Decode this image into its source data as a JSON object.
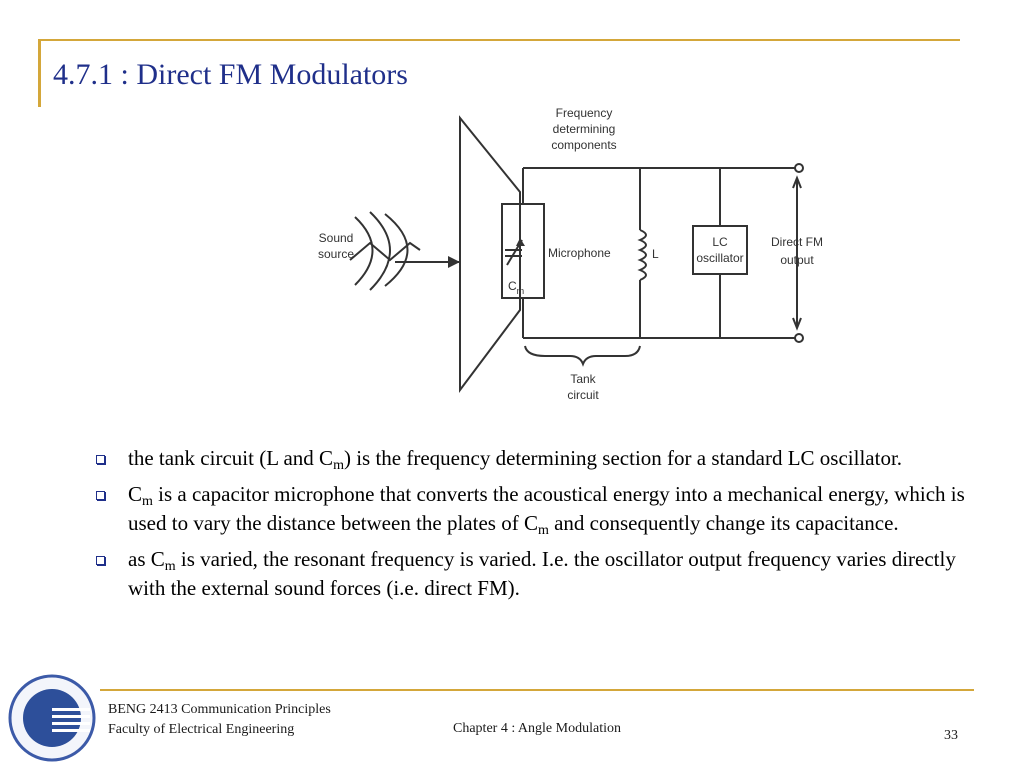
{
  "slide": {
    "title": "4.7.1 : Direct FM Modulators"
  },
  "diagram": {
    "freq_label": [
      "Frequency",
      "determining",
      "components"
    ],
    "sound_label": [
      "Sound",
      "source"
    ],
    "microphone": "Microphone",
    "cm_main": "C",
    "cm_sub": "m",
    "inductor": "L",
    "lc_label": [
      "LC",
      "oscillator"
    ],
    "output_label": [
      "Direct FM",
      "output"
    ],
    "tank_label": [
      "Tank",
      "circuit"
    ]
  },
  "bullets": {
    "b1_pre": "the tank circuit (L and C",
    "b1_sub": "m",
    "b1_post": ") is the frequency determining section for a standard LC oscillator.",
    "b2_pre": "C",
    "b2_sub": "m",
    "b2_mid": " is a capacitor microphone that converts the acoustical energy into a mechanical energy, which is used to vary the distance between the plates of C",
    "b2_sub2": "m",
    "b2_post": " and consequently change its capacitance.",
    "b3_pre": "as C",
    "b3_sub": "m",
    "b3_post": " is varied, the resonant frequency is varied. I.e. the oscillator output frequency varies directly with the external sound forces (i.e. direct FM)."
  },
  "footer": {
    "course": "BENG 2413 Communication Principles",
    "faculty": "Faculty of Electrical Engineering",
    "chapter": "Chapter 4 : Angle Modulation",
    "page": "33"
  },
  "colors": {
    "accent": "#d4a73a",
    "title": "#1f2f8a"
  }
}
